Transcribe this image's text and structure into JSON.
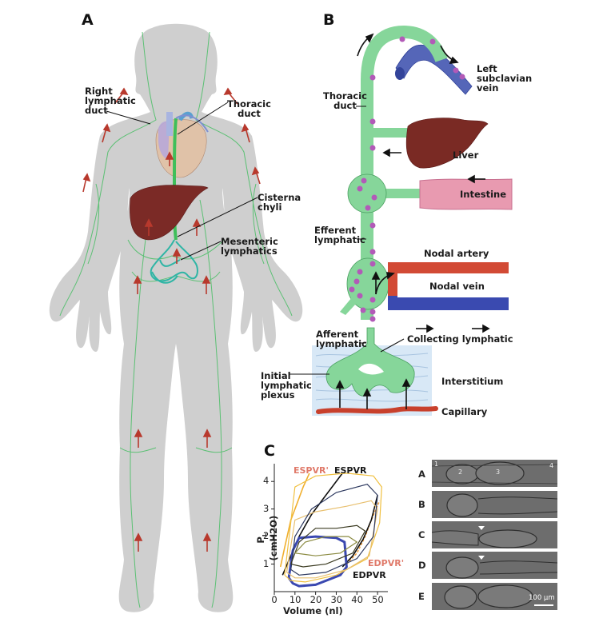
{
  "panels": {
    "a": {
      "letter": "A",
      "labels": {
        "right_lymphatic_duct": [
          "Right",
          "lymphatic",
          "duct"
        ],
        "thoracic_duct": [
          "Thoracic",
          "duct"
        ],
        "cisterna_chyli": [
          "Cisterna",
          "chyli"
        ],
        "mesenteric_lymphatics": [
          "Mesenteric",
          "lymphatics"
        ]
      }
    },
    "b": {
      "letter": "B",
      "labels": {
        "left_subclavian_vein": [
          "Left",
          "subclavian",
          "vein"
        ],
        "thoracic_duct": [
          "Thoracic",
          "duct"
        ],
        "liver": "Liver",
        "intestine": "Intestine",
        "efferent_lymphatic": [
          "Efferent",
          "lymphatic"
        ],
        "nodal_artery": "Nodal artery",
        "nodal_vein": "Nodal vein",
        "afferent_lymphatic": [
          "Afferent",
          "lymphatic"
        ],
        "collecting_lymphatic": "Collecting lymphatic",
        "initial_lymphatic_plexus": [
          "Initial",
          "lymphatic",
          "plexus"
        ],
        "interstitium": "Interstitium",
        "capillary": "Capillary"
      },
      "colors": {
        "lymph": "#86d69a",
        "lymph_stroke": "#3f9a55",
        "cell": "#b25ab8",
        "vein": "#5566b8",
        "artery": "#d24a35",
        "liver": "#7a2a24",
        "intestine": "#e89ab0",
        "interstitium": "#d8e8f6",
        "capillary": "#c8402c"
      }
    },
    "c": {
      "letter": "C",
      "micrograph": {
        "rows": [
          "A",
          "B",
          "C",
          "D",
          "E"
        ],
        "segment_numbers": [
          "1",
          "2",
          "3",
          "4"
        ],
        "scale_bar": "100 µm"
      }
    }
  },
  "chart_data": {
    "type": "line",
    "title": "",
    "xlabel": "Volume (nl)",
    "ylabel": "P_L (cmH2O)",
    "ylabel_main": "P",
    "ylabel_sub": "L",
    "ylabel_unit": "(cmH2O)",
    "xlim": [
      0,
      55
    ],
    "ylim": [
      0,
      4.5
    ],
    "xticks": [
      0,
      10,
      20,
      30,
      40,
      50
    ],
    "yticks": [
      1,
      2,
      3,
      4
    ],
    "annotations": [
      {
        "text": "ESPVR'",
        "color": "#e07a6a"
      },
      {
        "text": "ESPVR",
        "color": "#1a1a1a"
      },
      {
        "text": "EDPVR'",
        "color": "#e07a6a"
      },
      {
        "text": "EDPVR",
        "color": "#1a1a1a"
      }
    ],
    "series": [
      {
        "name": "ESPVR'",
        "color": "#f0b030",
        "x": [
          3,
          5,
          8,
          11,
          14,
          17
        ],
        "y": [
          0.9,
          1.6,
          2.6,
          3.2,
          3.8,
          4.3
        ]
      },
      {
        "name": "ESPVR",
        "color": "#111111",
        "x": [
          4,
          8,
          12,
          18,
          25,
          33
        ],
        "y": [
          0.6,
          1.3,
          2.0,
          2.8,
          3.5,
          4.3
        ]
      },
      {
        "name": "EDPVR'",
        "color": "#f0a040",
        "x": [
          35,
          40,
          44,
          47,
          51
        ],
        "y": [
          1.0,
          1.4,
          2.0,
          2.6,
          3.3
        ]
      },
      {
        "name": "EDPVR",
        "color": "#111111",
        "x": [
          33,
          38,
          43,
          47,
          50
        ],
        "y": [
          0.9,
          1.3,
          1.9,
          2.6,
          3.5
        ]
      },
      {
        "name": "loop-blue",
        "color": "#3a48b0",
        "x": [
          7,
          9,
          12,
          20,
          32,
          35,
          34,
          30,
          20,
          12,
          9,
          7
        ],
        "y": [
          0.5,
          0.3,
          0.2,
          0.25,
          0.6,
          0.9,
          1.8,
          1.95,
          2.0,
          1.95,
          1.5,
          0.5
        ]
      },
      {
        "name": "loop-yellow-1",
        "color": "#f0c040",
        "x": [
          5,
          8,
          15,
          30,
          45,
          51,
          52,
          48,
          35,
          20,
          10,
          5
        ],
        "y": [
          0.6,
          0.4,
          0.35,
          0.6,
          1.2,
          2.5,
          3.8,
          4.2,
          4.3,
          4.2,
          3.8,
          0.6
        ]
      },
      {
        "name": "loop-yellow-2",
        "color": "#e8c070",
        "x": [
          6,
          10,
          20,
          35,
          46,
          50,
          47,
          35,
          20,
          10,
          6
        ],
        "y": [
          0.7,
          0.5,
          0.5,
          0.8,
          1.3,
          3.0,
          3.3,
          3.1,
          2.9,
          2.6,
          0.7
        ]
      },
      {
        "name": "loop-dark-1",
        "color": "#2e3a60",
        "x": [
          8,
          12,
          25,
          40,
          48,
          50,
          45,
          30,
          18,
          10,
          8
        ],
        "y": [
          0.8,
          0.6,
          0.7,
          1.2,
          2.0,
          3.5,
          3.9,
          3.6,
          3.0,
          2.0,
          0.8
        ]
      },
      {
        "name": "loop-dark-2",
        "color": "#3a3a20",
        "x": [
          8,
          14,
          25,
          38,
          44,
          40,
          30,
          20,
          12,
          8
        ],
        "y": [
          1.0,
          0.9,
          1.0,
          1.4,
          2.2,
          2.4,
          2.3,
          2.3,
          1.8,
          1.0
        ]
      },
      {
        "name": "loop-olive",
        "color": "#8a8a40",
        "x": [
          10,
          20,
          32,
          40,
          36,
          25,
          15,
          10
        ],
        "y": [
          1.4,
          1.3,
          1.4,
          1.8,
          2.0,
          2.0,
          1.8,
          1.4
        ]
      }
    ]
  }
}
